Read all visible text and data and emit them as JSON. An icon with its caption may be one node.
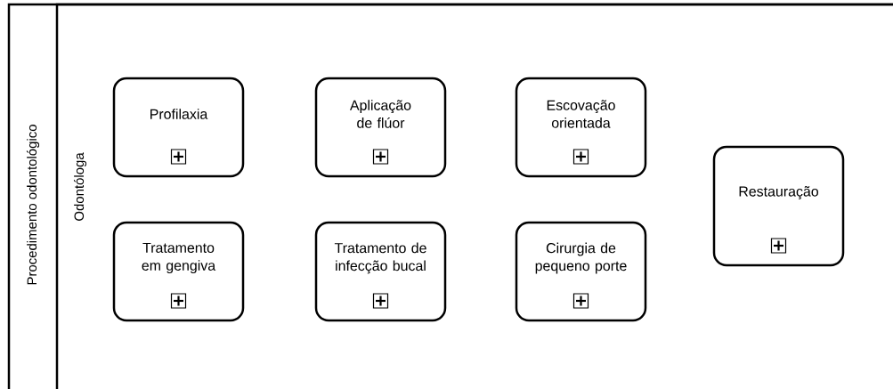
{
  "diagram": {
    "nodes": [
      {
        "text": [
          "Procedimento odontológico"
        ]
      },
      {
        "text": [
          "Odontóloga"
        ],
        "in": 0
      },
      {
        "text": [
          "Profilaxia"
        ],
        "in": 1
      },
      {
        "text": [
          "Aplicação de flúor"
        ],
        "in": 1
      },
      {
        "text": [
          "Escovação orientada"
        ],
        "in": 1
      },
      {
        "text": [
          "Restauração"
        ],
        "in": 1
      },
      {
        "text": [
          "Tratamento em gengiva"
        ],
        "in": 1
      },
      {
        "text": [
          "Tratamento de infecção bucal"
        ],
        "in": 1
      },
      {
        "text": [
          "Cirurgia de pequeno porte"
        ],
        "in": 1
      }
    ]
  }
}
